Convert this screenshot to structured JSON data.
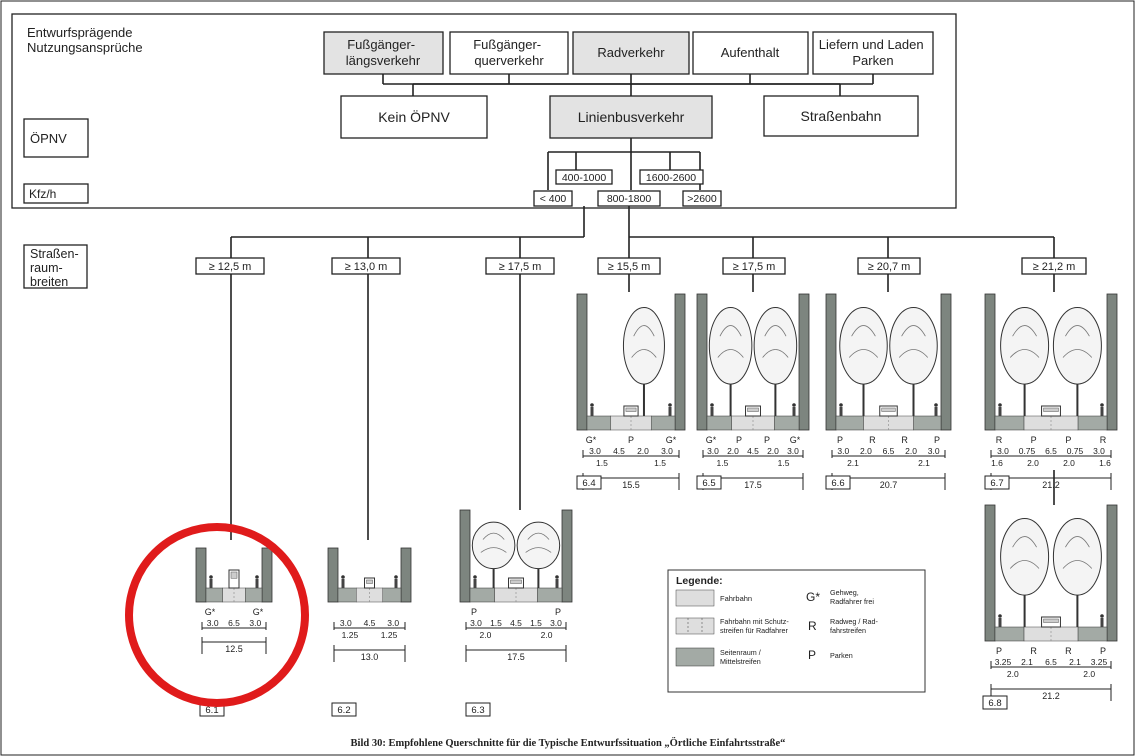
{
  "header": {
    "entwurf_label": [
      "Entwurfsprägende",
      "Nutzungsansprüche"
    ],
    "usage_boxes": [
      {
        "lines": [
          "Fußgänger-",
          "längsverkehr"
        ],
        "highlight": true
      },
      {
        "lines": [
          "Fußgänger-",
          "querverkehr"
        ],
        "highlight": false
      },
      {
        "lines": [
          "Radverkehr"
        ],
        "highlight": true
      },
      {
        "lines": [
          "Aufenthalt"
        ],
        "highlight": false
      },
      {
        "lines": [
          "Liefern und Laden",
          "Parken"
        ],
        "highlight": false
      }
    ]
  },
  "opnv": {
    "label": "ÖPNV",
    "options": [
      {
        "label": "Kein ÖPNV",
        "highlight": false
      },
      {
        "label": "Linienbusverkehr",
        "highlight": true
      },
      {
        "label": "Straßenbahn",
        "highlight": false
      }
    ]
  },
  "kfz": {
    "label": "Kfz/h",
    "ranges_top": [
      "400-1000",
      "1600-2600"
    ],
    "ranges_bottom": [
      "< 400",
      "800-1800",
      ">2600"
    ]
  },
  "strassenraum": {
    "label": [
      "Straßen-",
      "raum-",
      "breiten"
    ],
    "widths": [
      "≥ 12,5 m",
      "≥ 13,0 m",
      "≥ 17,5 m",
      "≥ 15,5 m",
      "≥ 17,5 m",
      "≥ 20,7 m",
      "≥ 21,2 m"
    ]
  },
  "sections": [
    {
      "id": "6.1",
      "marks": [
        "G*",
        "G*"
      ],
      "top_dims": [
        "3.0",
        "6.5",
        "3.0"
      ],
      "mid_dims": [],
      "total": "12.5"
    },
    {
      "id": "6.2",
      "marks": [],
      "top_dims": [
        "3.0",
        "4.5",
        "3.0"
      ],
      "mid_dims": [
        "1.25",
        "1.25"
      ],
      "total": "13.0"
    },
    {
      "id": "6.3",
      "marks": [
        "P",
        "P"
      ],
      "top_dims": [
        "3.0",
        "1.5",
        "4.5",
        "1.5",
        "3.0"
      ],
      "mid_dims": [
        "2.0",
        "2.0"
      ],
      "total": "17.5"
    },
    {
      "id": "6.4",
      "marks": [
        "G*",
        "P",
        "G*"
      ],
      "top_dims": [
        "3.0",
        "4.5",
        "2.0",
        "3.0"
      ],
      "mid_dims": [
        "1.5",
        "1.5"
      ],
      "total": "15.5"
    },
    {
      "id": "6.5",
      "marks": [
        "G*",
        "P",
        "P",
        "G*"
      ],
      "top_dims": [
        "3.0",
        "2.0",
        "4.5",
        "2.0",
        "3.0"
      ],
      "mid_dims": [
        "1.5",
        "1.5"
      ],
      "total": "17.5"
    },
    {
      "id": "6.6",
      "marks": [
        "P",
        "R",
        "R",
        "P"
      ],
      "top_dims": [
        "3.0",
        "2.0",
        "6.5",
        "2.0",
        "3.0"
      ],
      "mid_dims": [
        "2.1",
        "2.1"
      ],
      "total": "20.7"
    },
    {
      "id": "6.7",
      "marks": [
        "R",
        "P",
        "P",
        "R"
      ],
      "top_dims": [
        "3.0",
        "0.75",
        "6.5",
        "0.75",
        "3.0"
      ],
      "mid_dims": [
        "1.6",
        "2.0",
        "2.0",
        "1.6"
      ],
      "total": "21.2"
    },
    {
      "id": "6.8",
      "marks": [
        "P",
        "R",
        "R",
        "P"
      ],
      "top_dims": [
        "3.25",
        "2.1",
        "6.5",
        "2.1",
        "3.25"
      ],
      "mid_dims": [
        "2.0",
        "2.0"
      ],
      "total": "21.2"
    }
  ],
  "legend": {
    "title": "Legende:",
    "items": [
      {
        "label": "Fahrbahn"
      },
      {
        "label": [
          "Fahrbahn mit Schutz-",
          "streifen für Radfahrer"
        ]
      },
      {
        "label": [
          "Seitenraum /",
          "Mittelstreifen"
        ]
      },
      {
        "symbol": "G*",
        "label": [
          "Gehweg,",
          "Radfahrer frei"
        ]
      },
      {
        "symbol": "R",
        "label": [
          "Radweg / Rad-",
          "fahrstreifen"
        ]
      },
      {
        "symbol": "P",
        "label": [
          "Parken"
        ]
      }
    ]
  },
  "caption": "Bild 30: Empfohlene Querschnitte für die Typische Entwurfssituation „Örtliche Einfahrtsstraße“",
  "colors": {
    "highlight": "#e3e3e3",
    "wall": "#7d857f",
    "side": "#a3aaa5",
    "road": "#dedede",
    "circle": "#e01b1b"
  }
}
